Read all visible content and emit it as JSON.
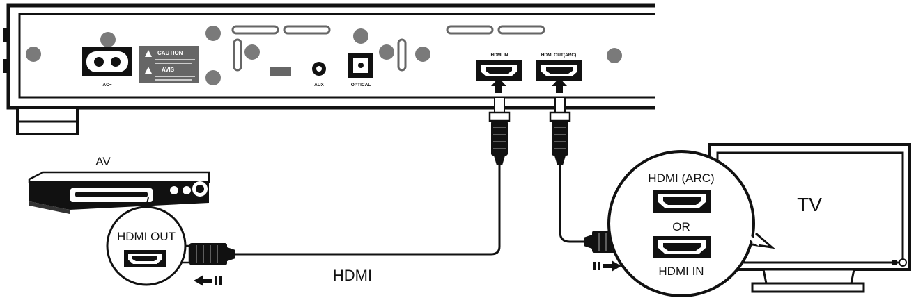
{
  "soundbar": {
    "port_ac": "AC~",
    "caution_title": "CAUTION",
    "avis_title": "AVIS",
    "port_aux": "AUX",
    "port_optical": "OPTICAL",
    "port_hdmi_in": "HDMI IN",
    "port_hdmi_out_arc": "HDMI OUT(ARC)"
  },
  "av_device": {
    "label": "AV",
    "port_label": "HDMI OUT"
  },
  "cable": {
    "label": "HDMI"
  },
  "tv": {
    "label": "TV",
    "port_arc": "HDMI (ARC)",
    "or_text": "OR",
    "port_in": "HDMI IN"
  },
  "icons": [
    "signal-direction-arrow-icon",
    "hdmi-port-icon",
    "hdmi-plug-icon",
    "power-socket-icon"
  ]
}
